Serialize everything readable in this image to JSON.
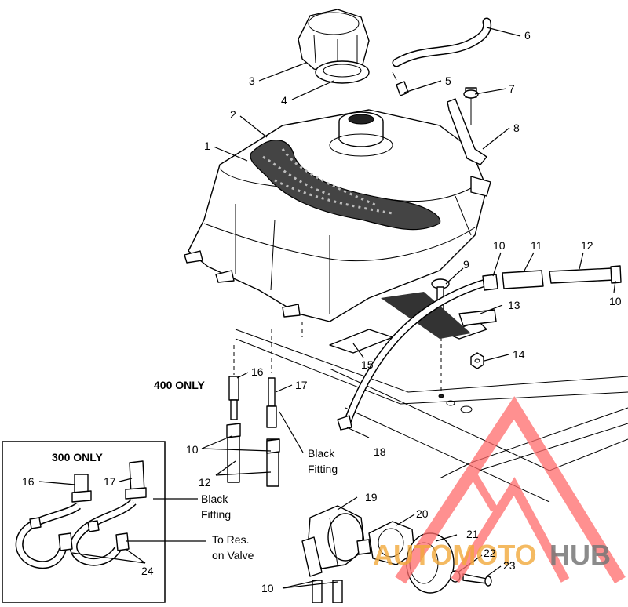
{
  "callouts": {
    "c1": "1",
    "c2": "2",
    "c3": "3",
    "c4": "4",
    "c5": "5",
    "c6": "6",
    "c7": "7",
    "c8": "8",
    "c9": "9",
    "c10a": "10",
    "c10b": "10",
    "c10c": "10",
    "c10d": "10",
    "c11": "11",
    "c12a": "12",
    "c12b": "12",
    "c13": "13",
    "c14": "14",
    "c15": "15",
    "c16a": "16",
    "c16b": "16",
    "c17a": "17",
    "c17b": "17",
    "c18": "18",
    "c19": "19",
    "c20": "20",
    "c21": "21",
    "c22": "22",
    "c23": "23",
    "c24": "24"
  },
  "notes": {
    "only_400": "400 ONLY",
    "only_300": "300 ONLY",
    "black_fitting_1a": "Black",
    "black_fitting_1b": "Fitting",
    "black_fitting_2a": "Black",
    "black_fitting_2b": "Fitting",
    "to_res_a": "To Res.",
    "to_res_b": "on Valve"
  },
  "watermark": {
    "text_a": "AUTOMOTO",
    "text_b": "HUB",
    "color_a": "#f2a93b",
    "color_b": "#777777",
    "triangle_color": "#ff6b6b"
  }
}
